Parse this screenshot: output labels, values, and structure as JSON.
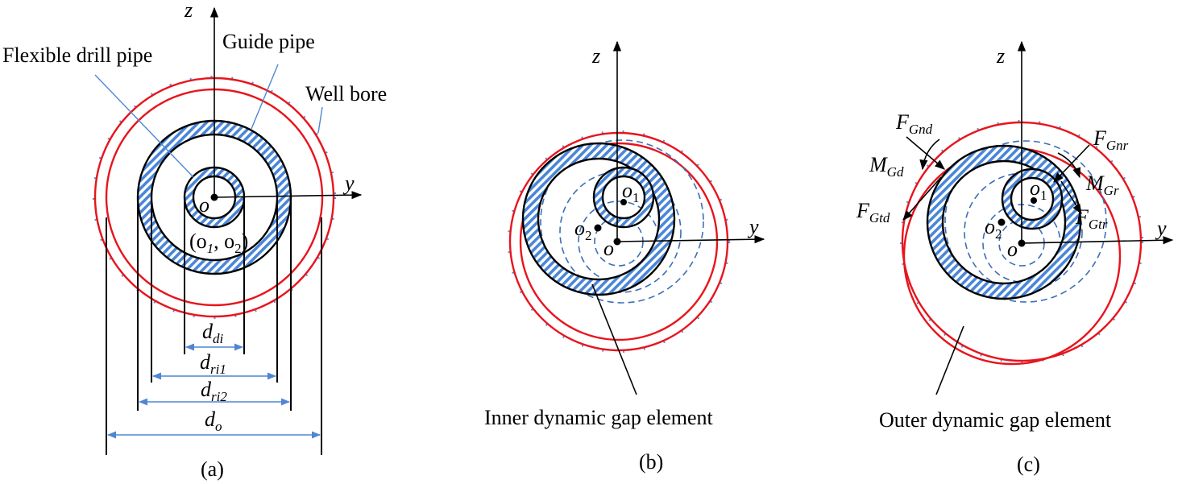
{
  "panel_a": {
    "axis_z": "z",
    "axis_y": "y",
    "origin": "o",
    "centers": "(o",
    "center_sub1": "1",
    "center_sep": ", o",
    "center_sub2": "2",
    "center_close": ")",
    "label_flexible": "Flexible drill pipe",
    "label_guide": "Guide pipe",
    "label_well": "Well bore",
    "dims": [
      {
        "main": "d",
        "sub": "di"
      },
      {
        "main": "d",
        "sub": "ri1"
      },
      {
        "main": "d",
        "sub": "ri2"
      },
      {
        "main": "d",
        "sub": "o"
      }
    ],
    "caption": "(a)"
  },
  "panel_b": {
    "axis_z": "z",
    "axis_y": "y",
    "origin": "o",
    "o1": "o",
    "o1_sub": "1",
    "o2": "o",
    "o2_sub": "2",
    "label": "Inner dynamic gap element",
    "caption": "(b)"
  },
  "panel_c": {
    "axis_z": "z",
    "axis_y": "y",
    "origin": "o",
    "o1": "o",
    "o1_sub": "1",
    "o2": "o",
    "o2_sub": "2",
    "forces": {
      "fgnd": {
        "main": "F",
        "sub": "Gnd"
      },
      "mgd": {
        "main": "M",
        "sub": "Gd"
      },
      "fgtd": {
        "main": "F",
        "sub": "Gtd"
      },
      "fgnr": {
        "main": "F",
        "sub": "Gnr"
      },
      "mgr": {
        "main": "M",
        "sub": "Gr"
      },
      "fgtr": {
        "main": "F",
        "sub": "Gtr"
      }
    },
    "label": "Outer dynamic gap element",
    "caption": "(c)"
  },
  "colors": {
    "wellbore": "#e8141c",
    "hatch": "#4a86d8",
    "dashed": "#3b6fb5",
    "leader": "#4f86d3"
  }
}
